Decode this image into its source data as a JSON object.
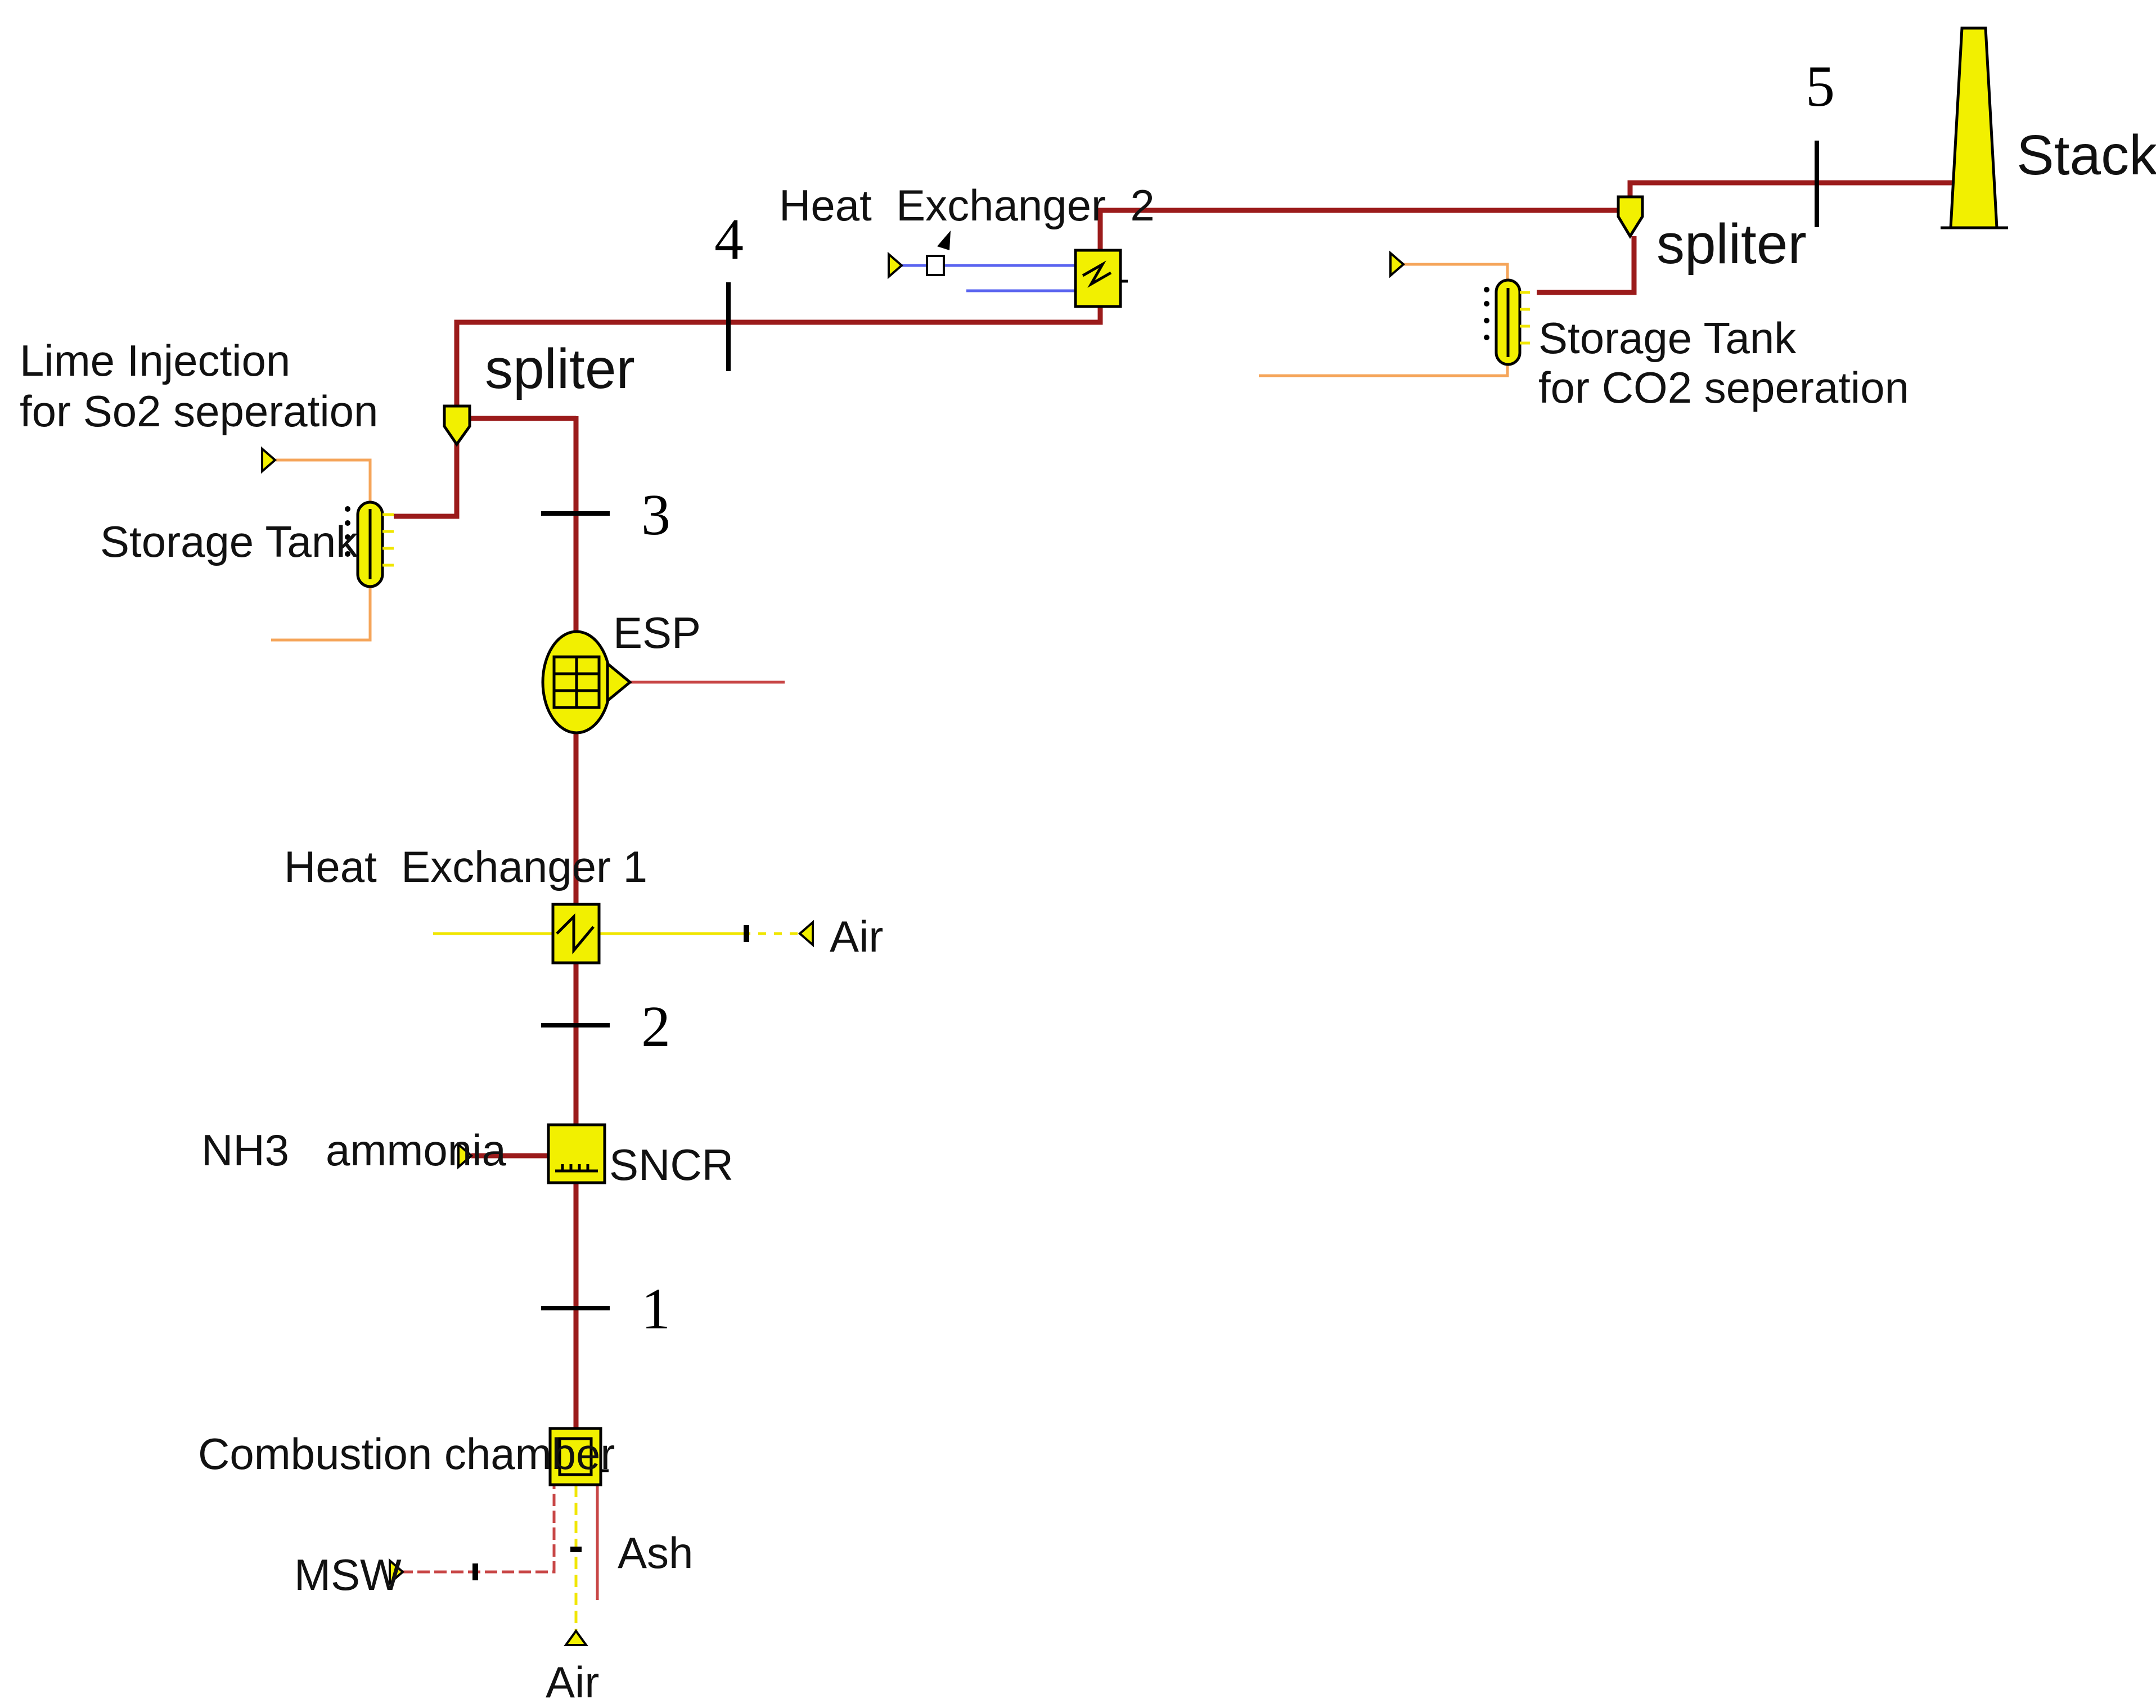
{
  "colors": {
    "flue_gas": "#9b1b1b",
    "air_line": "#f0e600",
    "reagent_line": "#f5a55a",
    "water_line": "#5a64f0",
    "equipment_fill": "#f2f000",
    "ash_line": "#c84646"
  },
  "labels": {
    "combustion_chamber": "Combustion chamber",
    "msw": "MSW",
    "air_bottom": "Air",
    "ash": "Ash",
    "sncr": "SNCR",
    "nh3": "NH3   ammonia",
    "heat_exchanger_1": "Heat  Exchanger 1",
    "air_right": "Air",
    "esp": "ESP",
    "storage_tank": "Storage Tank",
    "lime_injection_line1": "Lime Injection",
    "lime_injection_line2": "for So2 seperation",
    "spliter_left": "spliter",
    "heat_exchanger_2": "Heat  Exchanger  2",
    "spliter_right": "spliter",
    "storage_tank_co2_line1": "Storage Tank",
    "storage_tank_co2_line2": "for CO2 seperation",
    "stack": "Stack"
  },
  "stream_points": [
    "1",
    "2",
    "3",
    "4",
    "5"
  ]
}
